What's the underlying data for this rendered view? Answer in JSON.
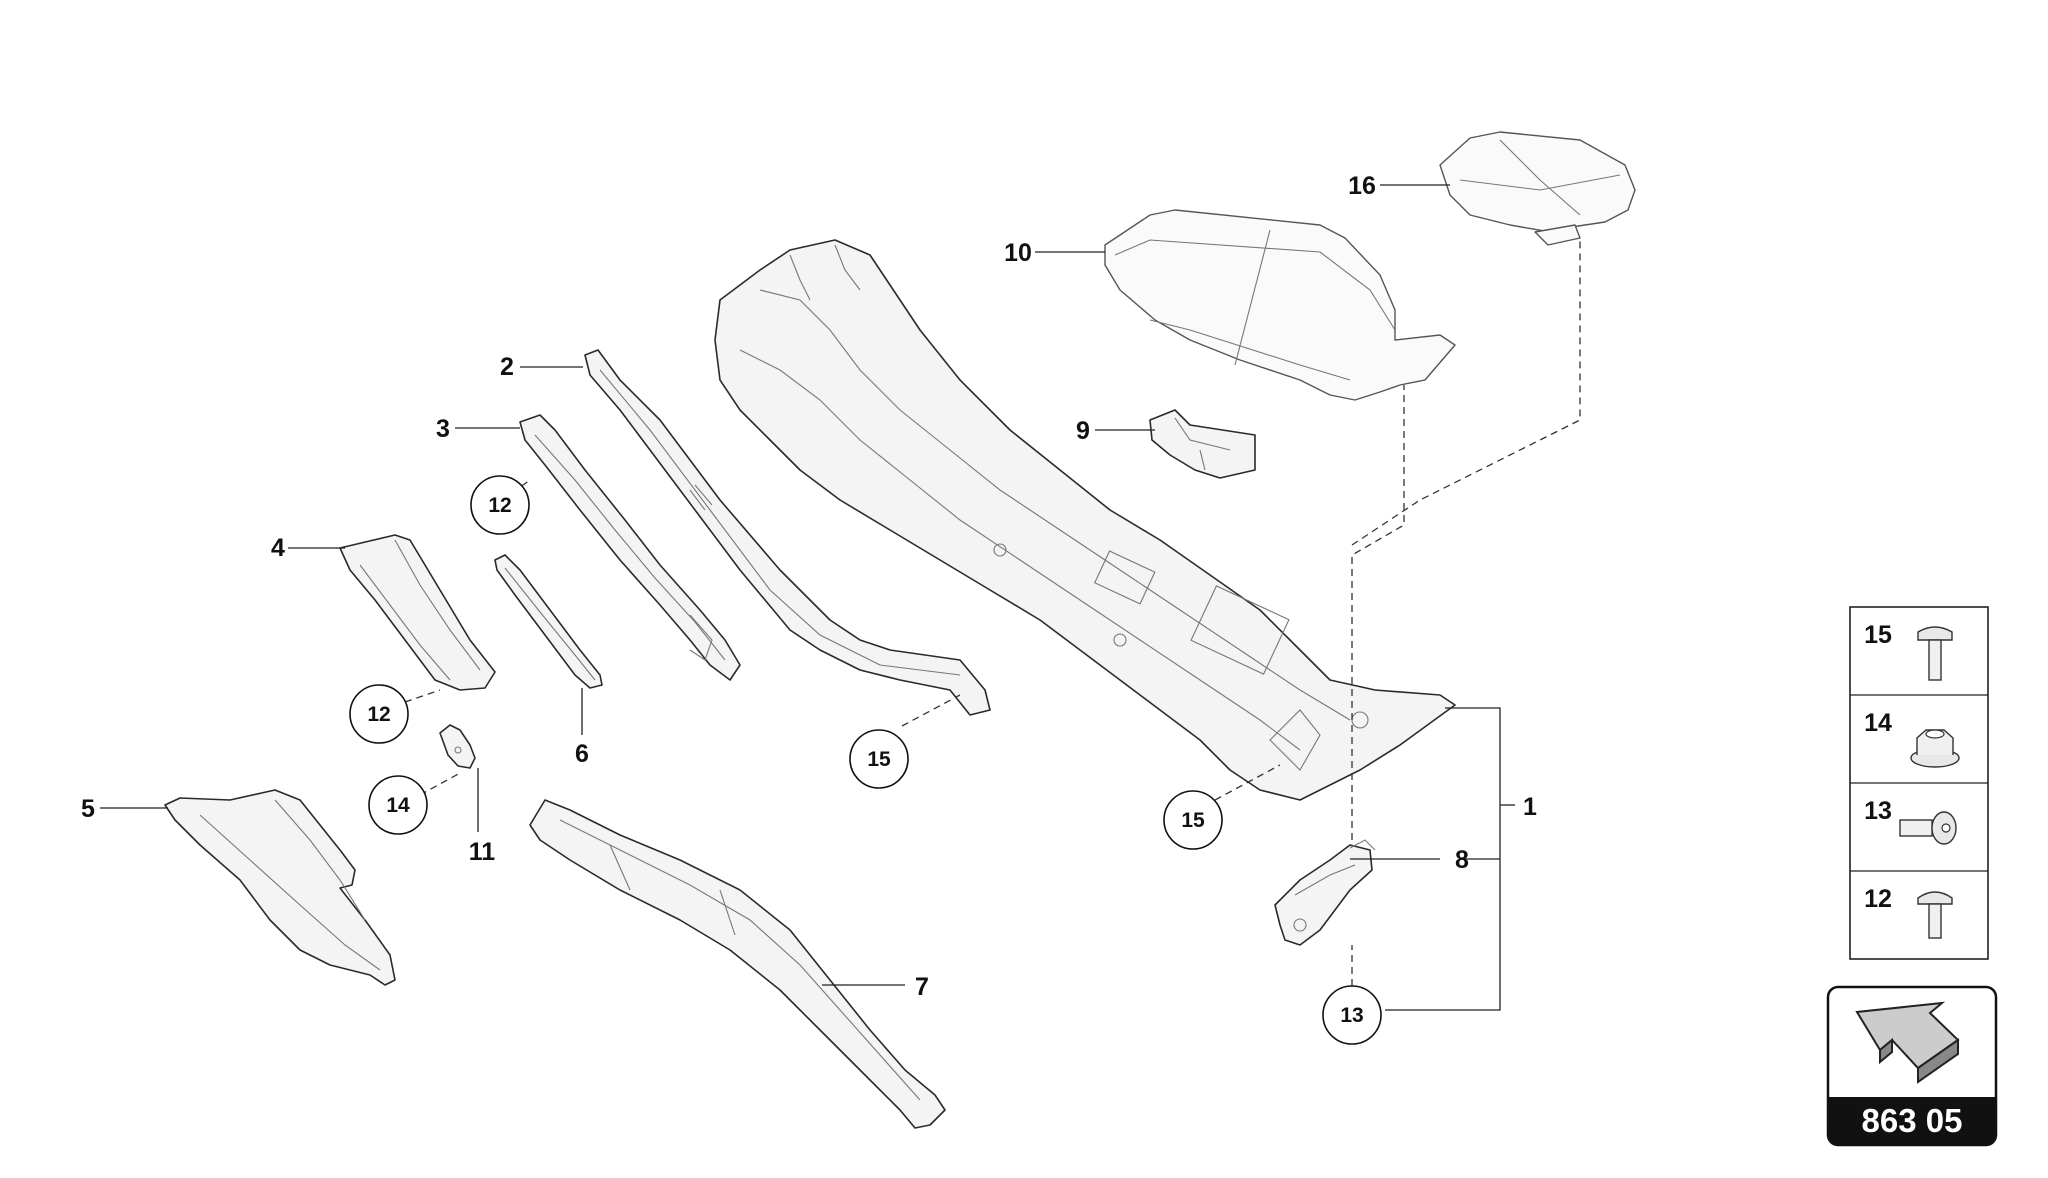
{
  "callouts": {
    "p1": "1",
    "p2": "2",
    "p3": "3",
    "p4": "4",
    "p5": "5",
    "p6": "6",
    "p7": "7",
    "p8": "8",
    "p9": "9",
    "p10": "10",
    "p11": "11",
    "p16": "16"
  },
  "circled": {
    "c12a": "12",
    "c12b": "12",
    "c14": "14",
    "c15a": "15",
    "c15b": "15",
    "c13": "13"
  },
  "legend": [
    {
      "number": "15",
      "icon": "flanged-bolt-icon"
    },
    {
      "number": "14",
      "icon": "flange-nut-icon"
    },
    {
      "number": "13",
      "icon": "socket-screw-icon"
    },
    {
      "number": "12",
      "icon": "pan-head-screw-icon"
    }
  ],
  "reference": {
    "code": "863 05",
    "icon": "direction-arrow-icon"
  },
  "colors": {
    "line": "#222222",
    "badge": "#111111"
  }
}
